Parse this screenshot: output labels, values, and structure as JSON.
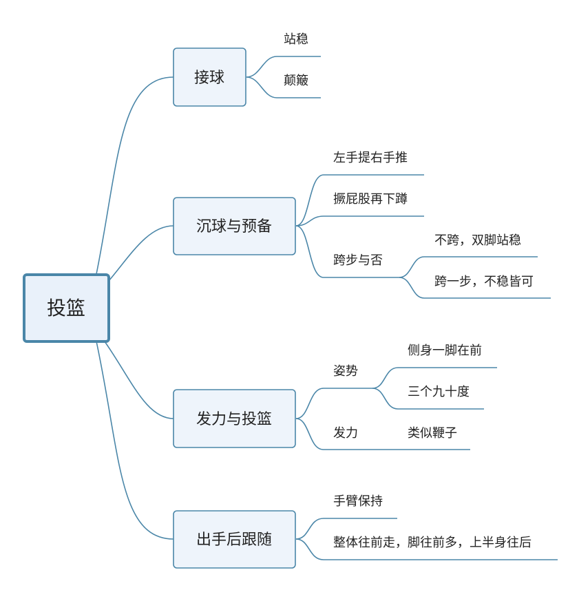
{
  "root": {
    "label": "投篮"
  },
  "branches": [
    {
      "label": "接球",
      "children": [
        {
          "label": "站稳"
        },
        {
          "label": "颠簸"
        }
      ]
    },
    {
      "label": "沉球与预备",
      "children": [
        {
          "label": "左手提右手推"
        },
        {
          "label": "撅屁股再下蹲"
        },
        {
          "label": "跨步与否",
          "children": [
            {
              "label": "不跨，双脚站稳"
            },
            {
              "label": "跨一步，不稳皆可"
            }
          ]
        }
      ]
    },
    {
      "label": "发力与投篮",
      "children": [
        {
          "label": "姿势",
          "children": [
            {
              "label": "侧身一脚在前"
            },
            {
              "label": "三个九十度"
            }
          ]
        },
        {
          "label": "发力",
          "children": [
            {
              "label": "类似鞭子"
            }
          ]
        }
      ]
    },
    {
      "label": "出手后跟随",
      "children": [
        {
          "label": "手臂保持"
        },
        {
          "label": "整体往前走，脚往前多，上半身往后"
        }
      ]
    }
  ]
}
